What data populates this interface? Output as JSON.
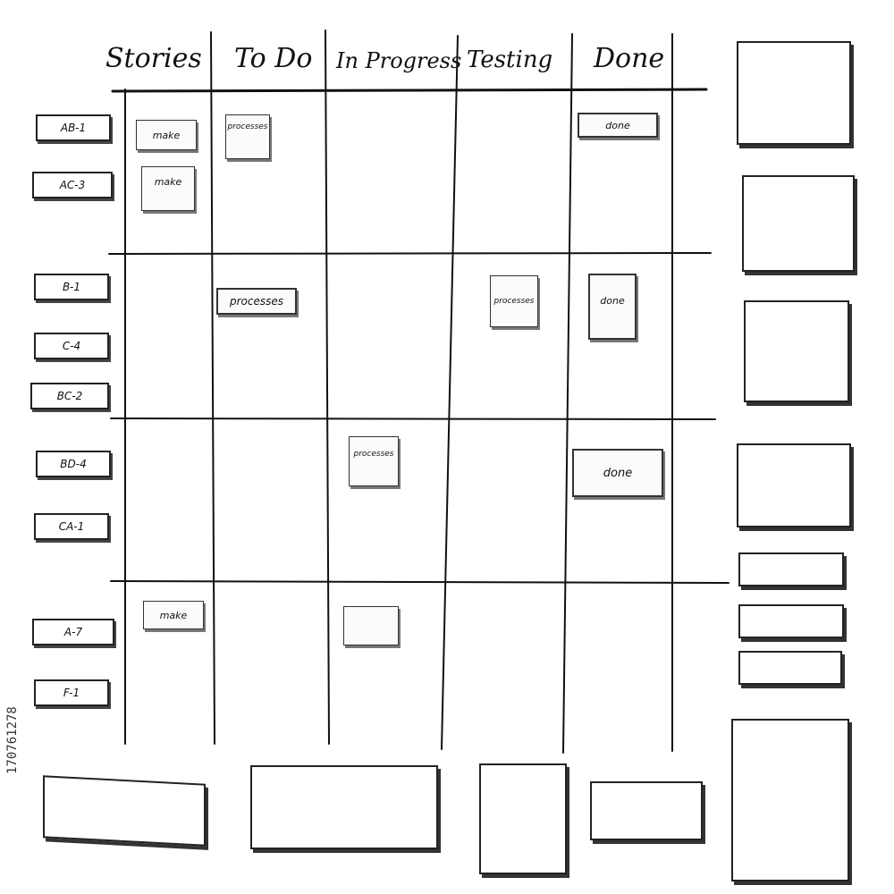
{
  "board": {
    "columns": [
      "Stories",
      "To Do",
      "In Progress",
      "Testing",
      "Done"
    ]
  },
  "stories": [
    "AB-1",
    "AC-3",
    "B-1",
    "C-4",
    "BC-2",
    "BD-4",
    "CA-1",
    "A-7",
    "F-1"
  ],
  "cards": {
    "make_1": "make",
    "make_2": "make",
    "make_3": "make",
    "processes_1": "processes",
    "processes_2": "processes",
    "processes_3": "processes",
    "processes_4": "processes",
    "processes_5": "",
    "done_1": "done",
    "done_2": "done",
    "done_3": "done"
  },
  "stock_id": "170761278"
}
